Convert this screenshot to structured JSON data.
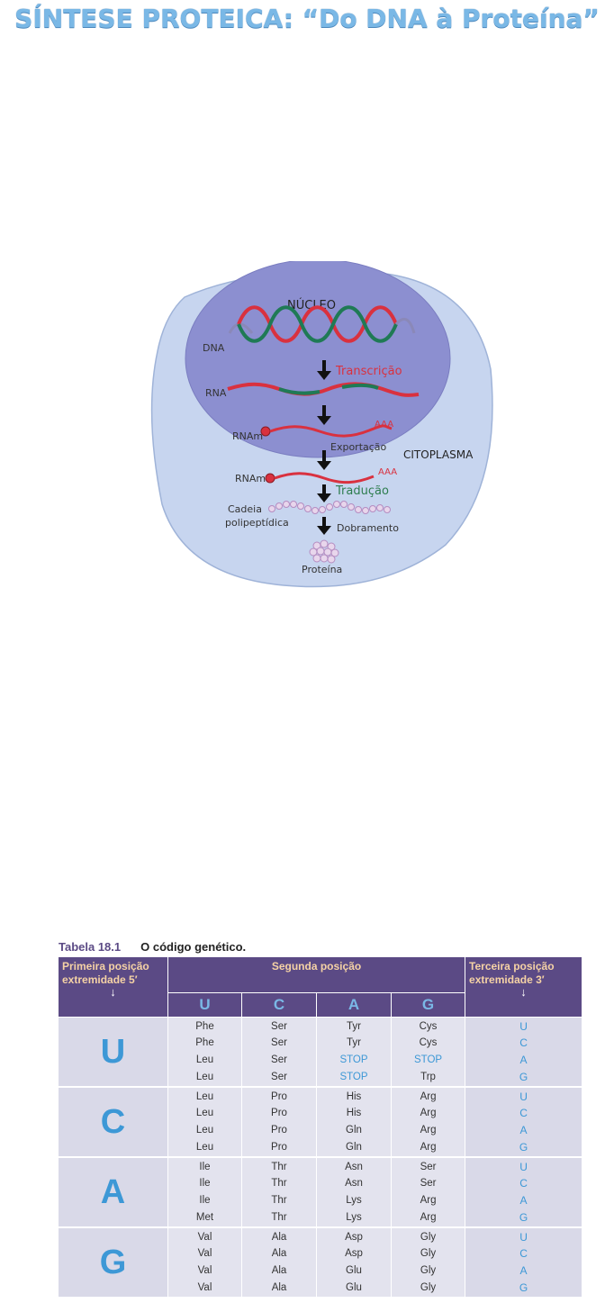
{
  "title": "SÍNTESE PROTEICA: “Do DNA à Proteína”",
  "diagram": {
    "nucleus_label": "NÚCLEO",
    "cytoplasm_label": "CITOPLASMA",
    "dna_label": "DNA",
    "rna_label": "RNA",
    "mrna_label_1": "RNAm",
    "mrna_label_2": "RNAm",
    "aaa_1": "AAA",
    "aaa_2": "AAA",
    "transcription": "Transcrição",
    "export": "Exportação",
    "translation": "Tradução",
    "chain_line1": "Cadeia",
    "chain_line2": "polipeptídica",
    "folding": "Dobramento",
    "protein": "Proteína",
    "colors": {
      "red_strand": "#d9313f",
      "green_strand": "#1f7a55",
      "nucleus": "#8c8fd0",
      "cell": "#c7d5ef"
    }
  },
  "table": {
    "caption_number": "Tabela 18.1",
    "caption_text": "O código genético.",
    "first_header": "Primeira posição extremidade 5′",
    "second_header": "Segunda posição",
    "third_header": "Terceira posição extremidade 3′",
    "second_nucleotides": [
      "U",
      "C",
      "A",
      "G"
    ],
    "first_nucleotides": [
      "U",
      "C",
      "A",
      "G"
    ],
    "third_column": [
      "U",
      "C",
      "A",
      "G"
    ],
    "rows": [
      [
        [
          "Phe",
          "Phe",
          "Leu",
          "Leu"
        ],
        [
          "Ser",
          "Ser",
          "Ser",
          "Ser"
        ],
        [
          "Tyr",
          "Tyr",
          "STOP",
          "STOP"
        ],
        [
          "Cys",
          "Cys",
          "STOP",
          "Trp"
        ]
      ],
      [
        [
          "Leu",
          "Leu",
          "Leu",
          "Leu"
        ],
        [
          "Pro",
          "Pro",
          "Pro",
          "Pro"
        ],
        [
          "His",
          "His",
          "Gln",
          "Gln"
        ],
        [
          "Arg",
          "Arg",
          "Arg",
          "Arg"
        ]
      ],
      [
        [
          "Ile",
          "Ile",
          "Ile",
          "Met"
        ],
        [
          "Thr",
          "Thr",
          "Thr",
          "Thr"
        ],
        [
          "Asn",
          "Asn",
          "Lys",
          "Lys"
        ],
        [
          "Ser",
          "Ser",
          "Arg",
          "Arg"
        ]
      ],
      [
        [
          "Val",
          "Val",
          "Val",
          "Val"
        ],
        [
          "Ala",
          "Ala",
          "Ala",
          "Ala"
        ],
        [
          "Asp",
          "Asp",
          "Glu",
          "Glu"
        ],
        [
          "Gly",
          "Gly",
          "Gly",
          "Gly"
        ]
      ]
    ]
  }
}
